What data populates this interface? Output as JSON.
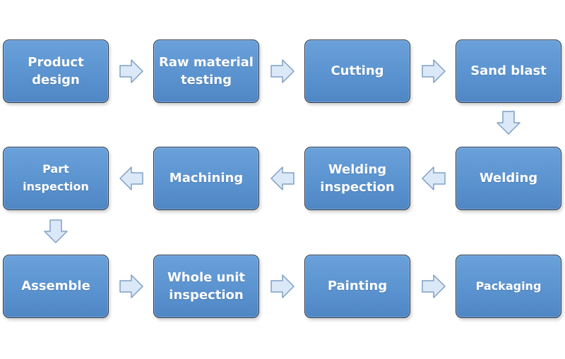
{
  "diagram": {
    "colors": {
      "box_fill": "#5b9bd5",
      "box_border": "#2f3b4a",
      "arrow_fill": "#dbe8f7",
      "arrow_stroke": "#7f9fc6",
      "text": "#ffffff"
    },
    "steps": [
      {
        "id": "product-design",
        "label": "Product\ndesign"
      },
      {
        "id": "raw-material-testing",
        "label": "Raw material\ntesting"
      },
      {
        "id": "cutting",
        "label": "Cutting"
      },
      {
        "id": "sand-blast",
        "label": "Sand blast"
      },
      {
        "id": "welding",
        "label": "Welding"
      },
      {
        "id": "welding-inspection",
        "label": "Welding\ninspection"
      },
      {
        "id": "machining",
        "label": "Machining"
      },
      {
        "id": "part-inspection",
        "label": "Part\ninspection"
      },
      {
        "id": "assemble",
        "label": "Assemble"
      },
      {
        "id": "whole-unit-inspection",
        "label": "Whole unit\ninspection"
      },
      {
        "id": "painting",
        "label": "Painting"
      },
      {
        "id": "packaging",
        "label": "Packaging"
      }
    ],
    "arrows": [
      {
        "from": "product-design",
        "to": "raw-material-testing",
        "direction": "right"
      },
      {
        "from": "raw-material-testing",
        "to": "cutting",
        "direction": "right"
      },
      {
        "from": "cutting",
        "to": "sand-blast",
        "direction": "right"
      },
      {
        "from": "sand-blast",
        "to": "welding",
        "direction": "down"
      },
      {
        "from": "welding",
        "to": "welding-inspection",
        "direction": "left"
      },
      {
        "from": "welding-inspection",
        "to": "machining",
        "direction": "left"
      },
      {
        "from": "machining",
        "to": "part-inspection",
        "direction": "left"
      },
      {
        "from": "part-inspection",
        "to": "assemble",
        "direction": "down"
      },
      {
        "from": "assemble",
        "to": "whole-unit-inspection",
        "direction": "right"
      },
      {
        "from": "whole-unit-inspection",
        "to": "painting",
        "direction": "right"
      },
      {
        "from": "painting",
        "to": "packaging",
        "direction": "right"
      }
    ]
  }
}
